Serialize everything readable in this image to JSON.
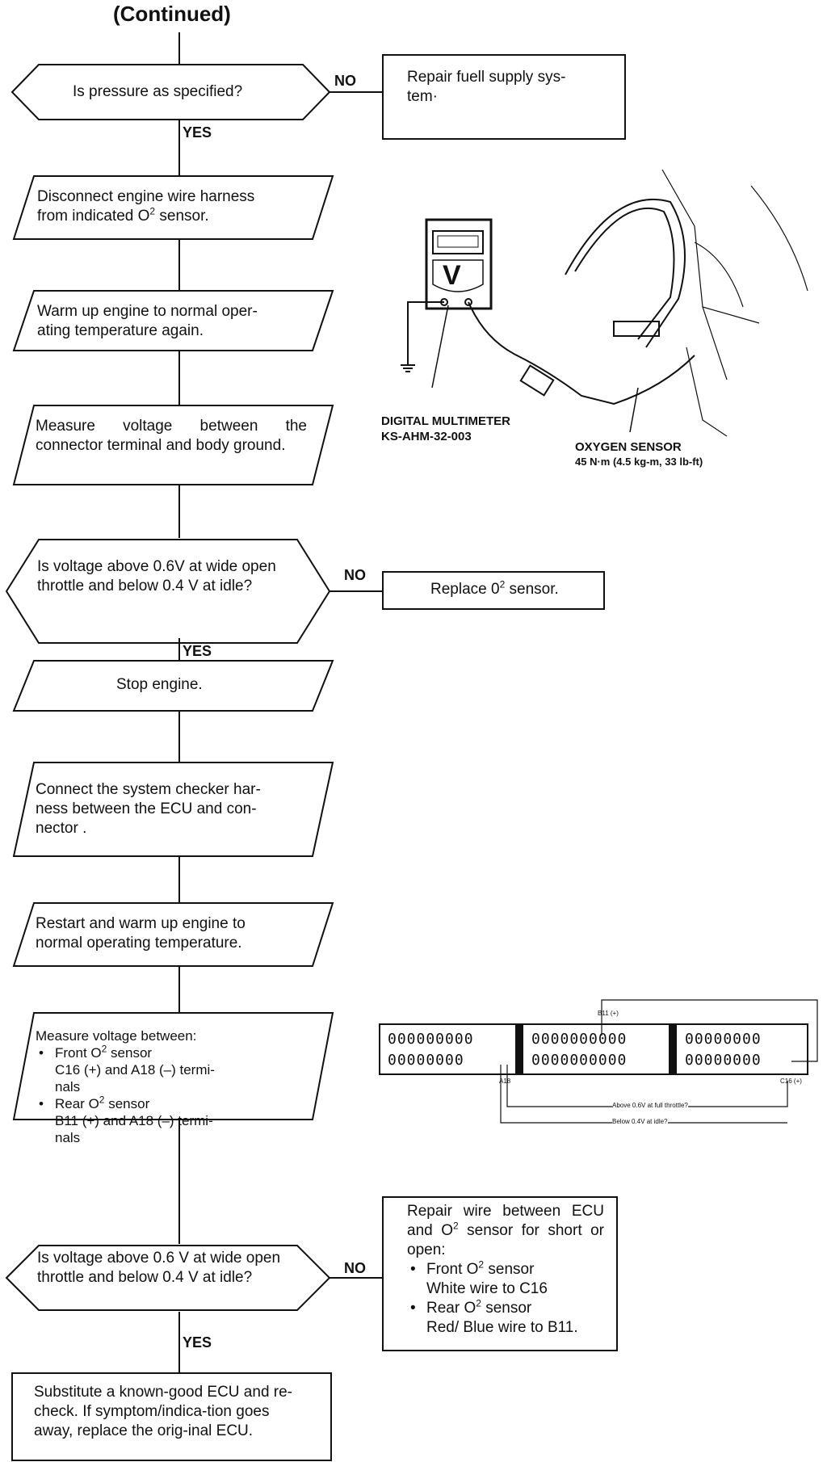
{
  "header": {
    "title": "(Continued)"
  },
  "branch": {
    "yes": "YES",
    "no": "NO"
  },
  "steps": {
    "q_pressure": "Is pressure as specified?",
    "repair_fuel": "Repair fuell supply sys-\ntem·",
    "disconnect": {
      "line1": "Disconnect engine wire harness",
      "line2_pre": "from indicated O",
      "sup": "2",
      "line2_post": " sensor."
    },
    "warm_up": "Warm up engine to normal oper-\nating temperature again.",
    "measure_1": "Measure voltage between the connector terminal and body ground.",
    "q_voltage_1": "Is voltage above 0.6V at wide open throttle and below 0.4 V at idle?",
    "replace_o2": {
      "pre": "Replace 0",
      "sup": "2",
      "post": " sensor."
    },
    "stop_engine": "Stop engine.",
    "connect_checker": "Connect the system checker har-\nness between the ECU and con-\nnector .",
    "restart": "Restart and warm up engine to\nnormal operating temperature.",
    "measure_2": {
      "heading": "Measure voltage between:",
      "front": {
        "pre": "Front O",
        "sup": "2",
        "post": " sensor",
        "terminals": "C16 (+) and A18 (–) termi-\nnals"
      },
      "rear": {
        "pre": "Rear O",
        "sup": "2",
        "post": " sensor",
        "terminals": "B11 (+) and  A18 (–) termi-\nnals"
      }
    },
    "q_voltage_2": "Is voltage above 0.6 V at wide open throttle and below 0.4 V at idle?",
    "repair_wire": {
      "heading_pre": "Repair wire between ECU and O",
      "sup": "2",
      "heading_post": " sensor for short or open:",
      "front": {
        "pre": "Front O",
        "sup": "2",
        "post": " sensor",
        "detail": "White wire to C16"
      },
      "rear": {
        "pre": "Rear O",
        "sup": "2",
        "post": " sensor",
        "detail": "Red/  Blue wire to B11."
      }
    },
    "substitute_ecu": "Substitute a known-good ECU and re-check. If symptom/indica-tion goes away, replace the orig-inal ECU."
  },
  "illustration": {
    "meter_label": "DIGITAL MULTIMETER",
    "meter_model": "KS-AHM-32-003",
    "meter_symbol": "V",
    "sensor_label": "OXYGEN SENSOR",
    "sensor_torque": "45 N·m (4.5 kg-m, 33 lb-ft)"
  },
  "connector": {
    "row_top": [
      "000000000",
      "0000000000",
      "00000000"
    ],
    "row_bottom": [
      "00000000",
      "0000000000",
      "00000000"
    ],
    "label_b11": "B11 (+)",
    "label_a18": "A18",
    "label_c16": "C16 (+)",
    "note_wot": "Above 0.6V at full throttle?",
    "note_idle": "Below 0.4V at idle?"
  }
}
